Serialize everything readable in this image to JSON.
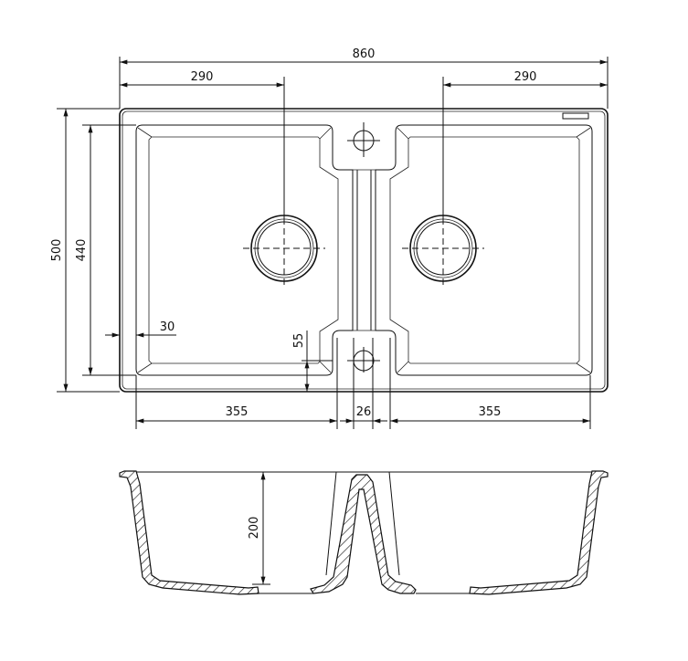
{
  "drawing": {
    "title": "Double bowl sink technical drawing",
    "units": "mm",
    "top_view": {
      "overall_width": "860",
      "overall_depth": "500",
      "bowl_depth": "440",
      "left_bowl_center_offset": "290",
      "right_bowl_center_offset": "290",
      "rim_margin": "30",
      "bridge_drop": "55",
      "left_bowl_width": "355",
      "bridge_width": "26",
      "right_bowl_width": "355"
    },
    "section_view": {
      "bowl_height": "200"
    }
  }
}
